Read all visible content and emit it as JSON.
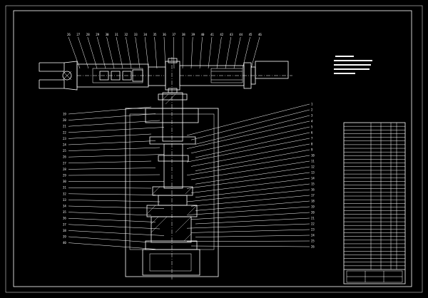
{
  "drawing": {
    "background": "#000000",
    "line_color": "#ffffff",
    "balloons_left": [
      "19",
      "20",
      "21",
      "22",
      "23",
      "24",
      "25",
      "26",
      "27",
      "28",
      "29",
      "30",
      "31",
      "32",
      "33",
      "34",
      "35",
      "36",
      "37",
      "38",
      "39",
      "40"
    ],
    "balloons_top": [
      "26",
      "27",
      "28",
      "29",
      "30",
      "31",
      "32",
      "33",
      "34",
      "35",
      "36",
      "37",
      "38",
      "39",
      "40",
      "41",
      "42",
      "43",
      "44",
      "45",
      "46"
    ],
    "balloons_right": [
      "1",
      "2",
      "3",
      "4",
      "5",
      "6",
      "7",
      "8",
      "9",
      "10",
      "11",
      "12",
      "13",
      "14",
      "15",
      "16",
      "17",
      "18",
      "19",
      "20",
      "21",
      "22",
      "23",
      "24",
      "25",
      "26"
    ]
  },
  "title_block": {
    "rows": 40
  }
}
